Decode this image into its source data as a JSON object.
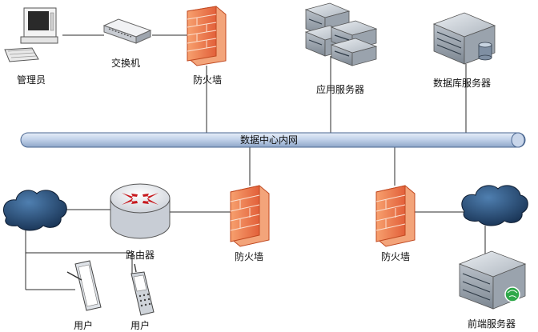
{
  "network": {
    "bus_label": "数据中心内网"
  },
  "nodes": {
    "admin": "管理员",
    "switch": "交换机",
    "firewall_top": "防火墙",
    "app_server": "应用服务器",
    "db_server": "数据库服务器",
    "router": "路由器",
    "firewall_mid": "防火墙",
    "firewall_right": "防火墙",
    "user_tablet": "用户",
    "user_phone": "用户",
    "frontend_server": "前端服务器"
  }
}
